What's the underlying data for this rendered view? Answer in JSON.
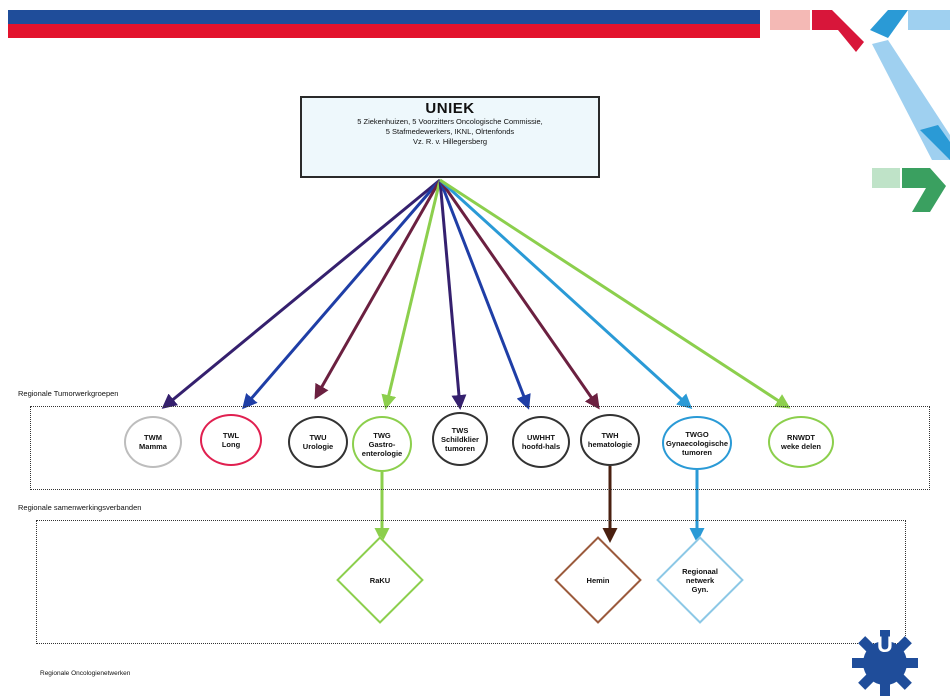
{
  "header_colors": {
    "blue": "#1f4d9a",
    "red": "#e3132d"
  },
  "top_box": {
    "title": "UNIEK",
    "lines": [
      "5 Ziekenhuizen, 5 Voorzitters Oncologische  Commissie,",
      "5 Stafmedewerkers, IKNL, Olrtenfonds",
      "Vz. R. v. Hillegersberg"
    ]
  },
  "labels": {
    "tumor_groups": "Regionale Tumorwerkgroepen",
    "cooperations": "Regionale samenwerkingsverbanden",
    "networks": "Regionale Oncologienetwerken"
  },
  "tumor_groups": [
    {
      "lines": [
        "TWM",
        "Mamma"
      ],
      "color": "#bdbdbd",
      "arrow": "#35206e"
    },
    {
      "lines": [
        "TWL",
        "Long"
      ],
      "color": "#e02050",
      "arrow": "#1f3ea6"
    },
    {
      "lines": [
        "TWU",
        "Urologie"
      ],
      "color": "#333333",
      "arrow": "#6b2040"
    },
    {
      "lines": [
        "TWG",
        "Gastro-",
        "enterologie"
      ],
      "color": "#8ccf4d",
      "arrow": "#8ccf4d"
    },
    {
      "lines": [
        "TWS",
        "Schildklier",
        "tumoren"
      ],
      "color": "#333333",
      "arrow": "#35206e"
    },
    {
      "lines": [
        "UWHHT",
        "hoofd-hals"
      ],
      "color": "#333333",
      "arrow": "#1f3ea6"
    },
    {
      "lines": [
        "TWH",
        "hematologie"
      ],
      "color": "#333333",
      "arrow": "#6b2040"
    },
    {
      "lines": [
        "TWGO",
        "Gynaecologische",
        "tumoren"
      ],
      "color": "#2a9ad6",
      "arrow": "#2a9ad6"
    },
    {
      "lines": [
        "RNWDT",
        "weke delen"
      ],
      "color": "#8ccf4d",
      "arrow": "#8ccf4d"
    }
  ],
  "cooperations": [
    {
      "lines": [
        "RaKU"
      ],
      "color": "#8ccf4d",
      "arrow": "#8ccf4d"
    },
    {
      "lines": [
        "Hemin"
      ],
      "color": "#9b5a3c",
      "arrow": "#4a2010"
    },
    {
      "lines": [
        "Regionaal",
        "netwerk",
        "Gyn."
      ],
      "color": "#8cc8e6",
      "arrow": "#2a9ad6"
    }
  ],
  "logo": {
    "text": "U",
    "color": "#1f4d9a"
  }
}
